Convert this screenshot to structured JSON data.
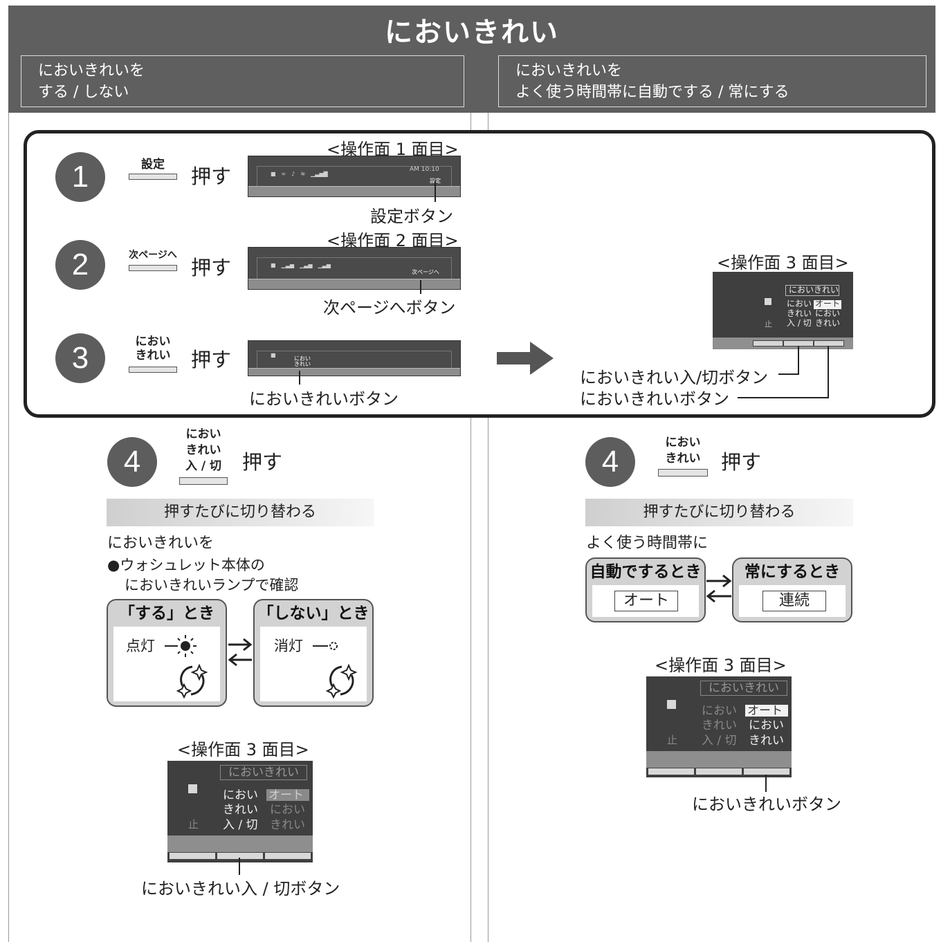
{
  "title": "においきれい",
  "left_header": {
    "line1": "においきれいを",
    "line2": "する / しない"
  },
  "right_header": {
    "line1": "においきれいを",
    "line2": "よく使う時間帯に自動でする / 常にする"
  },
  "push": "押す",
  "steps": [
    {
      "num": "1",
      "button": "設定",
      "panel_label": "<操作面 1 面目>",
      "caption": "設定ボタン"
    },
    {
      "num": "2",
      "button": "次ページへ",
      "panel_label": "<操作面 2 面目>",
      "caption": "次ページへボタン"
    },
    {
      "num": "3",
      "button_l1": "におい",
      "button_l2": "きれい",
      "caption": "においきれいボタン"
    }
  ],
  "panel_text": {
    "p1_time": "AM 10:10",
    "p1_setting": "設定",
    "p2_next": "次ページへ",
    "p3_btn_l1": "におい",
    "p3_btn_l2": "きれい"
  },
  "screen3": {
    "label": "<操作面 3 面目>",
    "title": "においきれい",
    "row1a": "におい",
    "row1b": "オート",
    "row2a": "きれい",
    "row2b": "におい",
    "row3a": "入 / 切",
    "row3b": "きれい",
    "stop": "止"
  },
  "main_captions": {
    "onoff": "においきれい入/切ボタン",
    "nioi": "においきれいボタン"
  },
  "left4": {
    "num": "4",
    "btn_l1": "におい",
    "btn_l2": "きれい",
    "btn_l3": "入 / 切",
    "band": "押すたびに切り替わる",
    "line1": "においきれいを",
    "line2": "●ウォシュレット本体の",
    "line3": "においきれいランプで確認",
    "state_on_title": "「する」とき",
    "state_on_text": "点灯",
    "state_off_title": "「しない」とき",
    "state_off_text": "消灯",
    "caption": "においきれい入 / 切ボタン"
  },
  "right4": {
    "num": "4",
    "btn_l1": "におい",
    "btn_l2": "きれい",
    "band": "押すたびに切り替わる",
    "line1": "よく使う時間帯に",
    "auto_title": "自動でするとき",
    "auto_value": "オート",
    "cont_title": "常にするとき",
    "cont_value": "連続",
    "caption": "においきれいボタン"
  },
  "colors": {
    "header": "#5f5f5f",
    "circle": "#5d5d5d",
    "panel": "#4a4a4a"
  },
  "icons": [
    "arrow-right-icon",
    "swap-arrows-icon",
    "lamp-on-icon",
    "lamp-off-icon",
    "sparkle-icon"
  ]
}
